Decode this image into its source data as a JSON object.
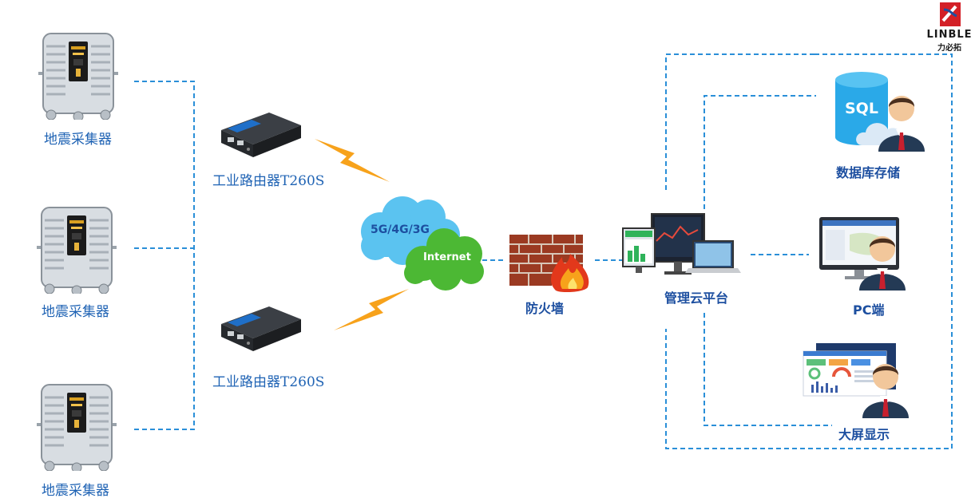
{
  "brand": {
    "name": "LINBLE",
    "cn": "力必拓",
    "color": "#d32027"
  },
  "devices": {
    "collector_label": "地震采集器",
    "router_label": "工业路由器T260S"
  },
  "network": {
    "cloud_top": "5G/4G/3G",
    "cloud_bottom": "Internet",
    "firewall_label": "防火墙"
  },
  "platform": {
    "label": "管理云平台",
    "database": {
      "icon_text": "SQL",
      "label": "数据库存储"
    },
    "pc": {
      "label": "PC端"
    },
    "screen": {
      "label": "大屏显示"
    }
  },
  "colors": {
    "dash": "#2a8fd8",
    "label": "#1f63b4",
    "lightning": "#f7a21b",
    "cloud_blue": "#5bc3f0",
    "cloud_green": "#4cb834",
    "firewall_brick": "#9b3a22"
  }
}
